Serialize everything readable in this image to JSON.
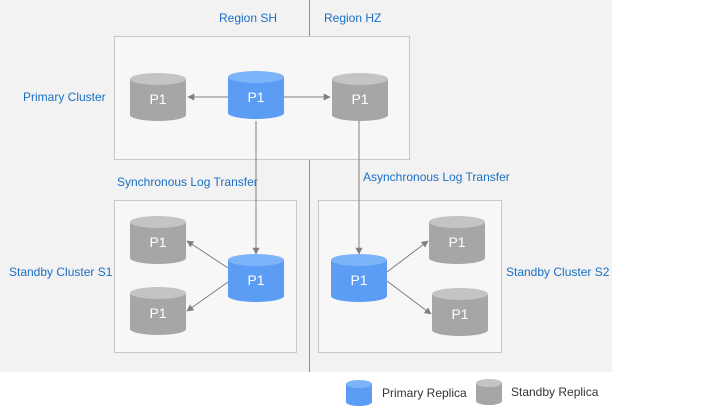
{
  "colors": {
    "primary": "#5b9cf5",
    "primary_top": "#7db3f8",
    "standby": "#a6a6a6",
    "standby_top": "#c4c4c4",
    "label": "#1a6fc4",
    "arrow": "#7f7f7f",
    "divider": "#5b9bd5"
  },
  "regions": {
    "left": "Region SH",
    "right": "Region HZ"
  },
  "clusters": {
    "primary": "Primary Cluster",
    "standby_s1": "Standby Cluster S1",
    "standby_s2": "Standby Cluster S2"
  },
  "transfers": {
    "sync": "Synchronous Log Transfer",
    "async": "Asynchronous Log Transfer"
  },
  "replicas": {
    "primary_cluster": {
      "left": "P1",
      "center": "P1",
      "right": "P1"
    },
    "s1": {
      "top": "P1",
      "center": "P1",
      "bottom": "P1"
    },
    "s2": {
      "center": "P1",
      "top": "P1",
      "bottom": "P1"
    }
  },
  "legend": {
    "primary": "Primary Replica",
    "standby": "Standby Replica"
  }
}
